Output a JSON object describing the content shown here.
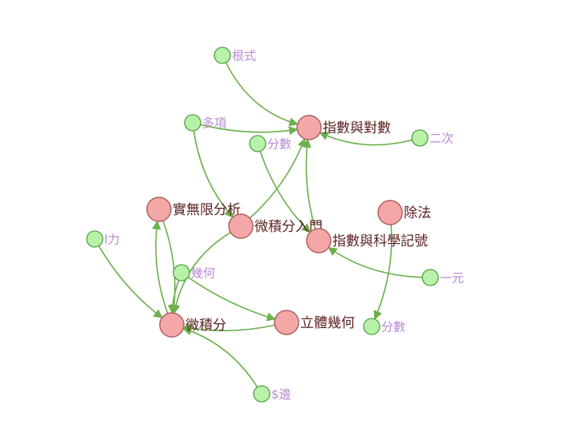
{
  "colors": {
    "edge": "#6ab04c",
    "major_fill": "#f4a7a7",
    "major_stroke": "#b06060",
    "minor_fill": "#b8f2a8",
    "minor_stroke": "#4fa043",
    "major_text": "#5a1f1f",
    "minor_text": "#b88ad6"
  },
  "nodes": [
    {
      "id": "exp-log",
      "label": "指數與對數",
      "kind": "major"
    },
    {
      "id": "infinity",
      "label": "實無限分析",
      "kind": "major"
    },
    {
      "id": "calc-intro",
      "label": "微積分入門",
      "kind": "major"
    },
    {
      "id": "sci-notation",
      "label": "指數與科學記號",
      "kind": "major"
    },
    {
      "id": "division",
      "label": "除法",
      "kind": "major"
    },
    {
      "id": "calculus",
      "label": "微積分",
      "kind": "major"
    },
    {
      "id": "solid-geo",
      "label": "立體幾何",
      "kind": "major"
    },
    {
      "id": "radical",
      "label": "根式",
      "kind": "minor"
    },
    {
      "id": "poly",
      "label": "多項",
      "kind": "minor"
    },
    {
      "id": "frac-top",
      "label": "分數",
      "kind": "minor"
    },
    {
      "id": "quadratic",
      "label": "二次",
      "kind": "minor"
    },
    {
      "id": "power",
      "label": "l力",
      "kind": "minor"
    },
    {
      "id": "geometry",
      "label": "幾何",
      "kind": "minor"
    },
    {
      "id": "linear",
      "label": "一元",
      "kind": "minor"
    },
    {
      "id": "frac-bottom",
      "label": "分數",
      "kind": "minor"
    },
    {
      "id": "sides",
      "label": "$邊",
      "kind": "minor"
    }
  ],
  "edges": [
    {
      "from": "radical",
      "to": "exp-log"
    },
    {
      "from": "poly",
      "to": "exp-log"
    },
    {
      "from": "quadratic",
      "to": "exp-log"
    },
    {
      "from": "calc-intro",
      "to": "exp-log"
    },
    {
      "from": "sci-notation",
      "to": "exp-log"
    },
    {
      "from": "poly",
      "to": "calc-intro"
    },
    {
      "from": "frac-top",
      "to": "sci-notation"
    },
    {
      "from": "linear",
      "to": "sci-notation"
    },
    {
      "from": "division",
      "to": "frac-bottom"
    },
    {
      "from": "calc-intro",
      "to": "calculus"
    },
    {
      "from": "infinity",
      "to": "calculus"
    },
    {
      "from": "calculus",
      "to": "infinity"
    },
    {
      "from": "power",
      "to": "calculus"
    },
    {
      "from": "geometry",
      "to": "calculus"
    },
    {
      "from": "geometry",
      "to": "solid-geo"
    },
    {
      "from": "solid-geo",
      "to": "calculus"
    },
    {
      "from": "sides",
      "to": "calculus"
    }
  ]
}
